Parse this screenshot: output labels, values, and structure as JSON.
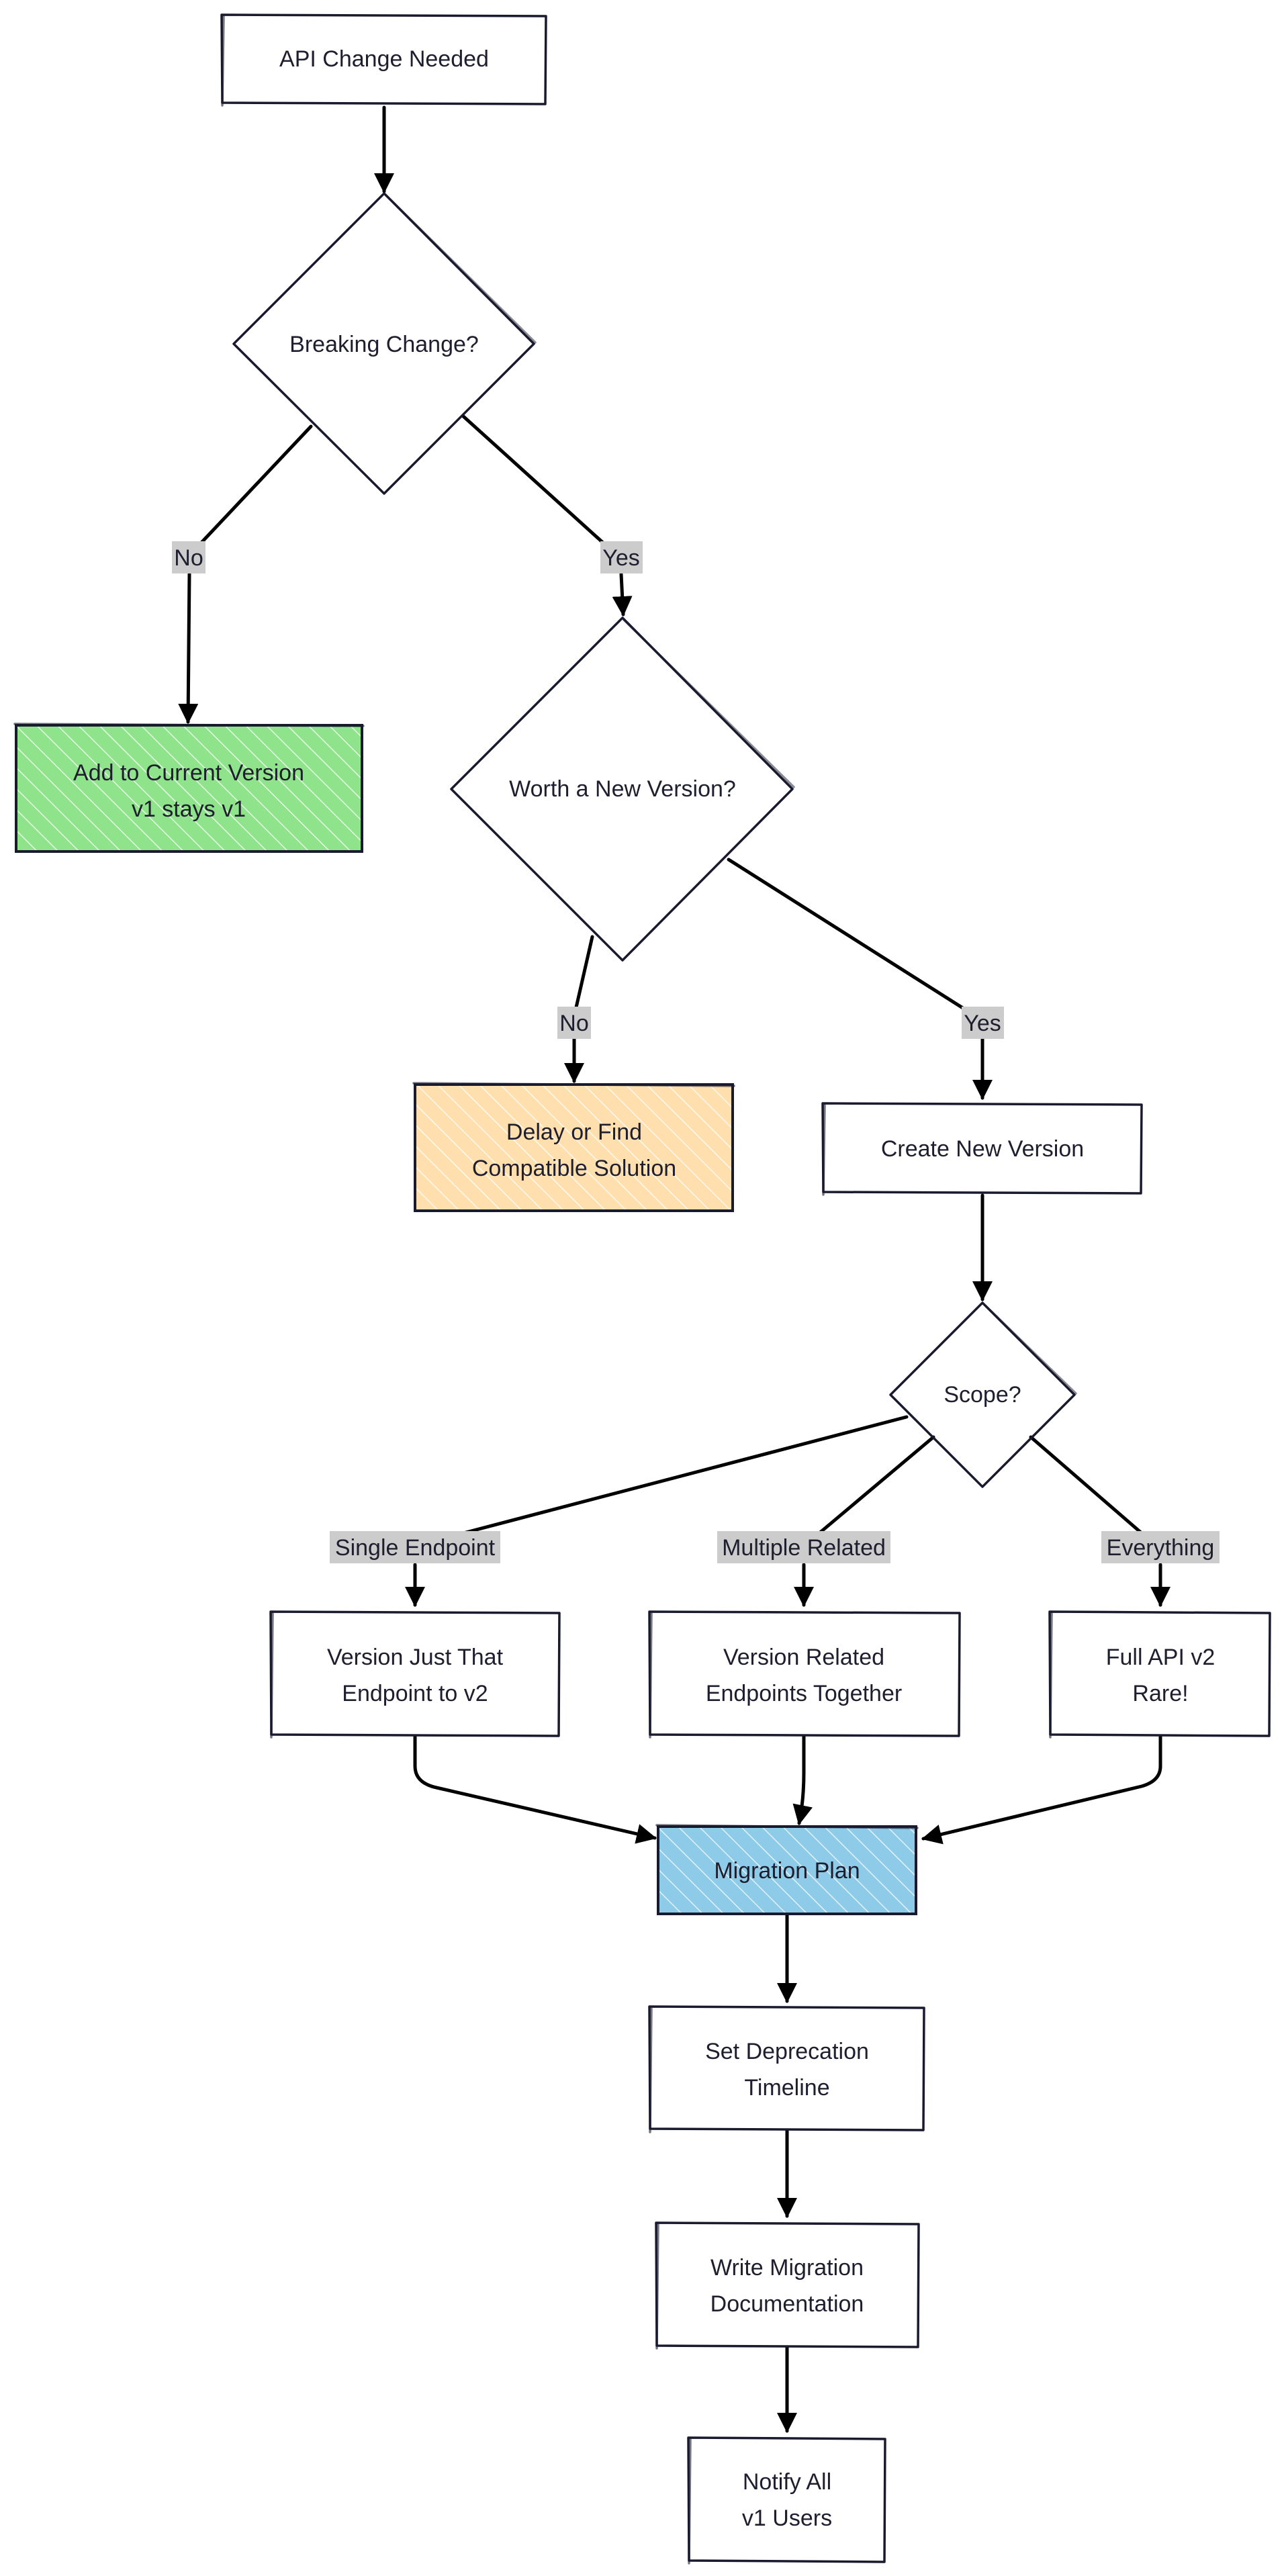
{
  "nodes": {
    "start": [
      "API Change Needed"
    ],
    "breaking": [
      "Breaking Change?"
    ],
    "add_current": [
      "Add to Current Version",
      "v1 stays v1"
    ],
    "worth_new": [
      "Worth a New Version?"
    ],
    "delay": [
      "Delay or Find",
      "Compatible Solution"
    ],
    "create_new": [
      "Create New Version"
    ],
    "scope": [
      "Scope?"
    ],
    "single": [
      "Version Just That",
      "Endpoint to v2"
    ],
    "multiple": [
      "Version Related",
      "Endpoints Together"
    ],
    "full": [
      "Full API v2",
      "Rare!"
    ],
    "migration": [
      "Migration Plan"
    ],
    "deprecation": [
      "Set Deprecation",
      "Timeline"
    ],
    "docs": [
      "Write Migration",
      "Documentation"
    ],
    "notify": [
      "Notify All",
      "v1 Users"
    ]
  },
  "edge_labels": {
    "breaking_no": "No",
    "breaking_yes": "Yes",
    "worth_no": "No",
    "worth_yes": "Yes",
    "scope_single": "Single Endpoint",
    "scope_multiple": "Multiple Related",
    "scope_everything": "Everything"
  },
  "colors": {
    "green_fill": "#8fe38a",
    "orange_fill": "#ffdfae",
    "blue_fill": "#8dcbe9",
    "stroke": "#1a1a2e",
    "edge_label_bg": "#cccccc"
  }
}
